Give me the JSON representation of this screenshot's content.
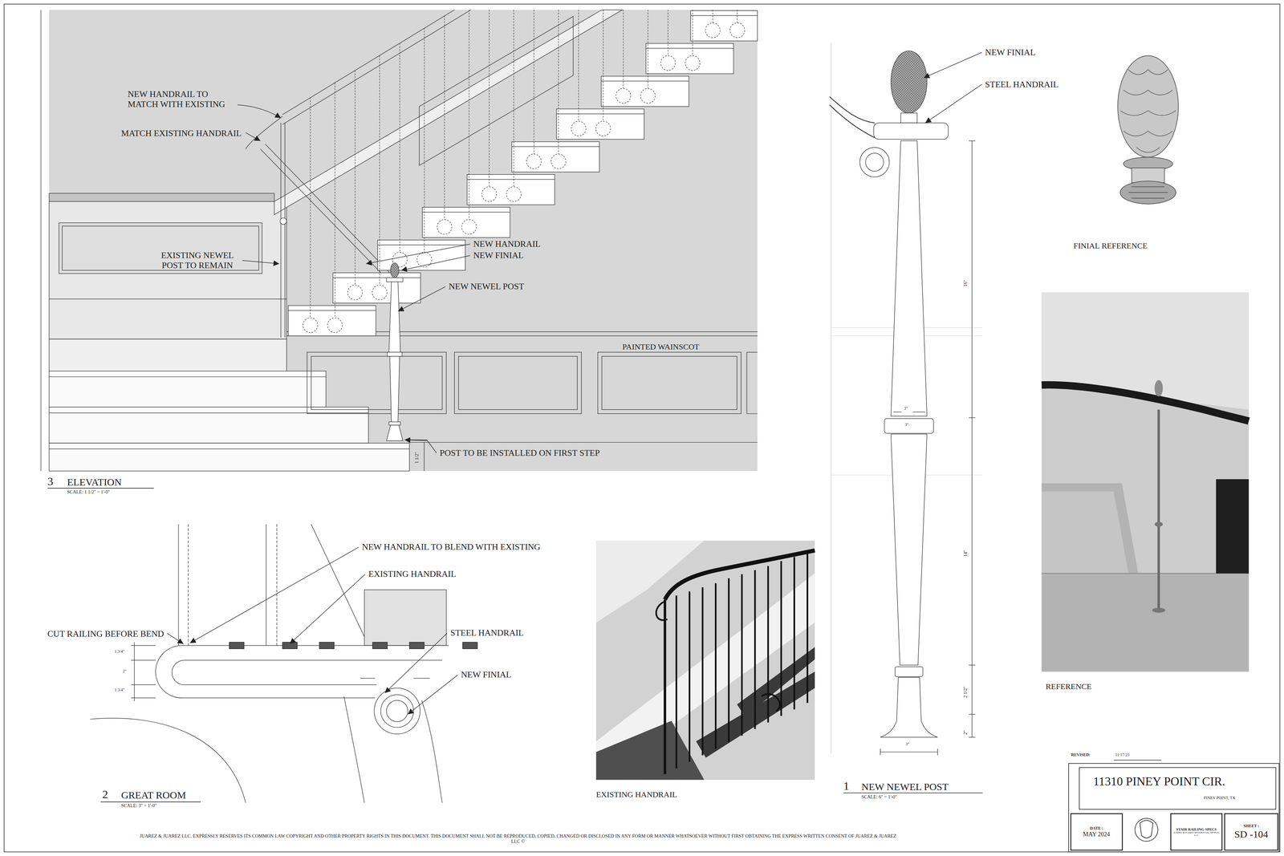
{
  "diagram": {
    "title": "11310 PINEY POINT CIR.",
    "nodes": [
      {
        "text": [
          "DATE :",
          "MAY 2024"
        ]
      },
      {
        "text": [
          "STAIR RAILING SPECS",
          "JUAREZ & JUAREZ RESIDENTIAL DESIGN, LLC"
        ]
      },
      {
        "text": [
          "SHEET :",
          "SD -104"
        ]
      }
    ],
    "labels": [
      "NEW HANDRAIL TO MATCH WITH EXISTING",
      "MATCH EXISTING HANDRAIL",
      "EXISTING NEWEL POST TO REMAIN",
      "NEW HANDRAIL",
      "NEW FINIAL",
      "NEW NEWEL POST",
      "PAINTED WAINSCOT",
      "POST TO BE INSTALLED ON FIRST STEP",
      "1 1/2\"",
      "3",
      "ELEVATION",
      "SCALE:  1 1/2\" = 1'-0\"",
      "NEW HANDRAIL TO BLEND WITH EXISTING",
      "EXISTING HANDRAIL",
      "CUT RAILING BEFORE BEND",
      "STEEL HANDRAIL",
      "NEW FINIAL",
      "1 3/4\"",
      "2\"",
      "1 3/4\"",
      "2",
      "GREAT ROOM",
      "SCALE:  3\" = 1'-0\"",
      "EXISTING HANDRAIL",
      "NEW FINIAL",
      "STEEL HANDRAIL",
      "16\"",
      "3\"",
      "3\"",
      "14\"",
      "2 1/2\"",
      "2\"",
      "3\"",
      "1",
      "NEW NEWEL POST",
      "SCALE:  6\" = 1'-0\"",
      "FINIAL REFERENCE",
      "REFERENCE",
      "REVISED:",
      "11/17/23",
      "PINEY POINT, TX",
      "JUAREZ & JUAREZ LLC. EXPRESSLY RESERVES ITS COMMON LAW COPYRIGHT AND OTHER PROPERTY RIGHTS IN THIS DOCUMENT. THIS DOCUMENT SHALL NOT BE REPRODUCED, COPIED, CHANGED OR DISCLOSED IN ANY FORM OR MANNER WHATSOEVER WITHOUT FIRST OBTAINING THE EXPRESS WRITTEN CONSENT OF JUAREZ & JUAREZ LLC ©"
    ]
  }
}
